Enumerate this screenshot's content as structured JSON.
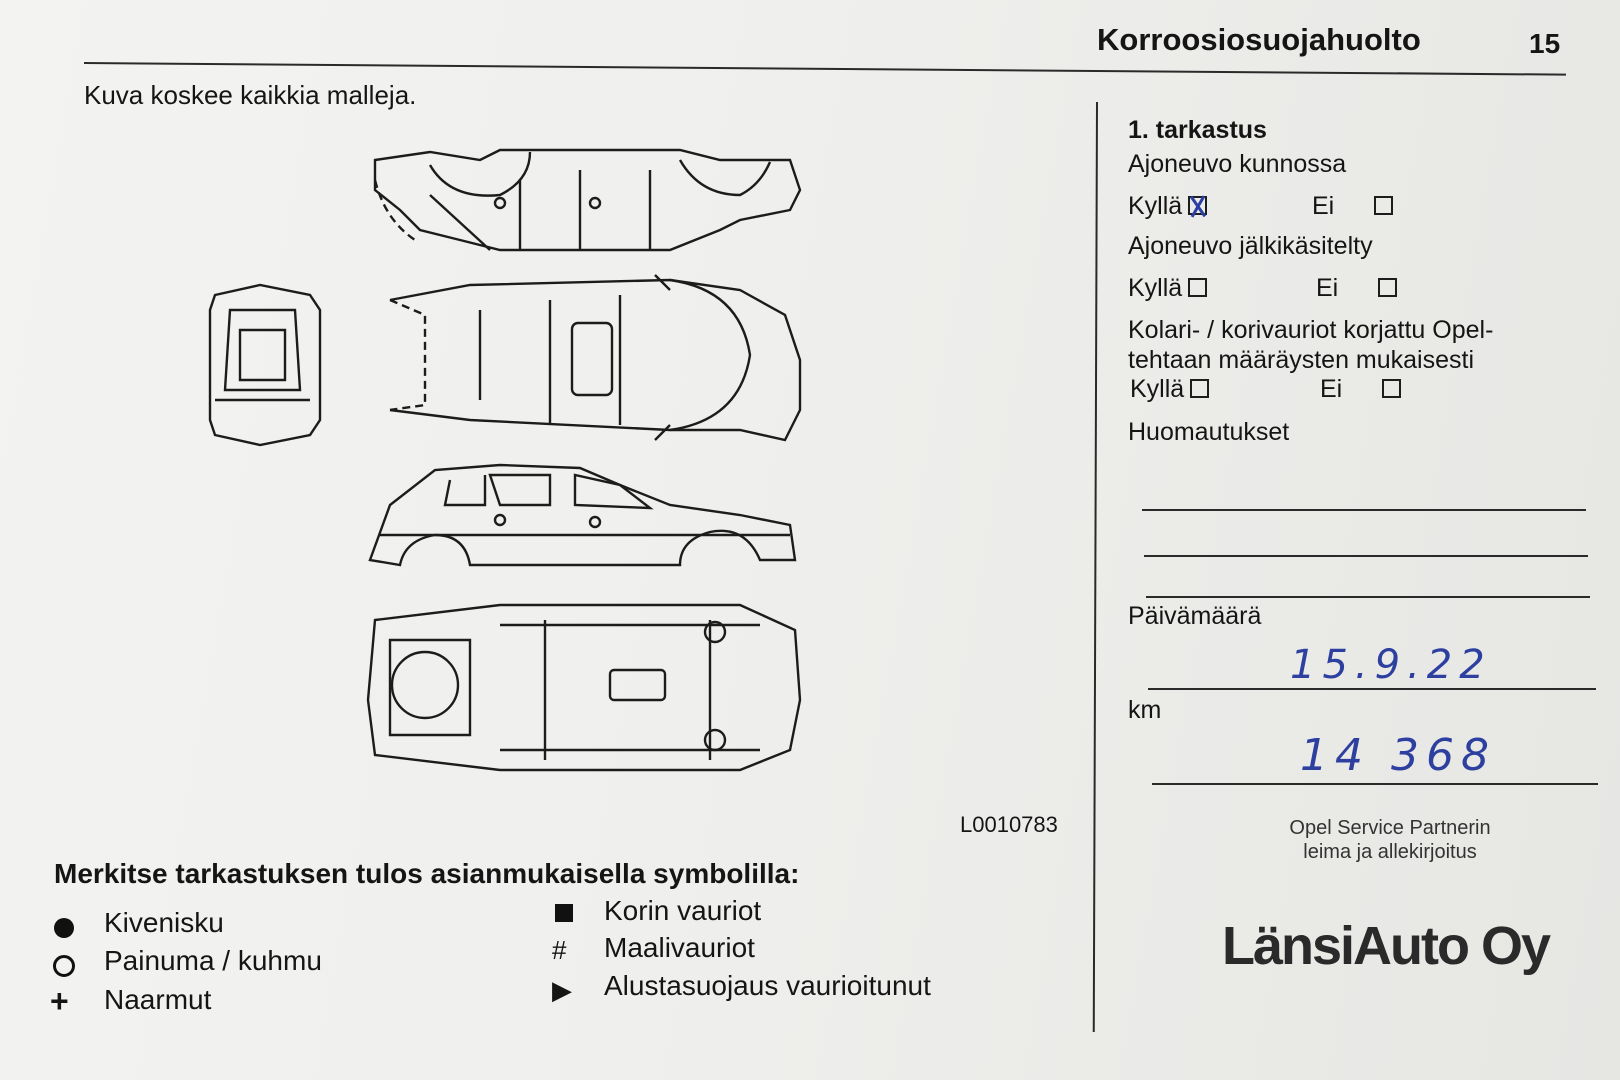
{
  "header": {
    "title": "Korroosiosuojahuolto",
    "page_number": "15"
  },
  "intro_text": "Kuva koskee kaikkia malleja.",
  "figure_code": "L0010783",
  "legend": {
    "heading": "Merkitse tarkastuksen tulos asianmukaisella symbolilla:",
    "items": [
      {
        "symbol": "filled-circle-icon",
        "label": "Kivenisku"
      },
      {
        "symbol": "ring-icon",
        "label": "Painuma / kuhmu"
      },
      {
        "symbol": "plus-icon",
        "label": "Naarmut"
      },
      {
        "symbol": "filled-square-icon",
        "label": "Korin vauriot"
      },
      {
        "symbol": "hash-icon",
        "label": "Maalivauriot"
      },
      {
        "symbol": "triangle-icon",
        "label": "Alustasuojaus vaurioitunut"
      }
    ],
    "plus_glyph": "+",
    "hash_glyph": "#",
    "triangle_glyph": "▶"
  },
  "inspection": {
    "title": "1. tarkastus",
    "q1": "Ajoneuvo kunnossa",
    "q2": "Ajoneuvo jälkikäsitelty",
    "q3_line1": "Kolari- / korivauriot korjattu Opel-",
    "q3_line2": "tehtaan määräysten mukaisesti",
    "yes": "Kyllä",
    "no": "Ei",
    "answers": [
      {
        "yes": true,
        "no": false
      },
      {
        "yes": false,
        "no": false
      },
      {
        "yes": false,
        "no": false
      }
    ],
    "remarks_label": "Huomautukset",
    "date_label": "Päivämäärä",
    "date_value": "15.9.22",
    "km_label": "km",
    "km_value": "14 368",
    "stamp_caption": "Opel Service Partnerin leima ja allekirjoitus",
    "stamp_text": "LänsiAuto Oy"
  },
  "colors": {
    "ink": "#151515",
    "handwriting": "#2d3f9f"
  }
}
